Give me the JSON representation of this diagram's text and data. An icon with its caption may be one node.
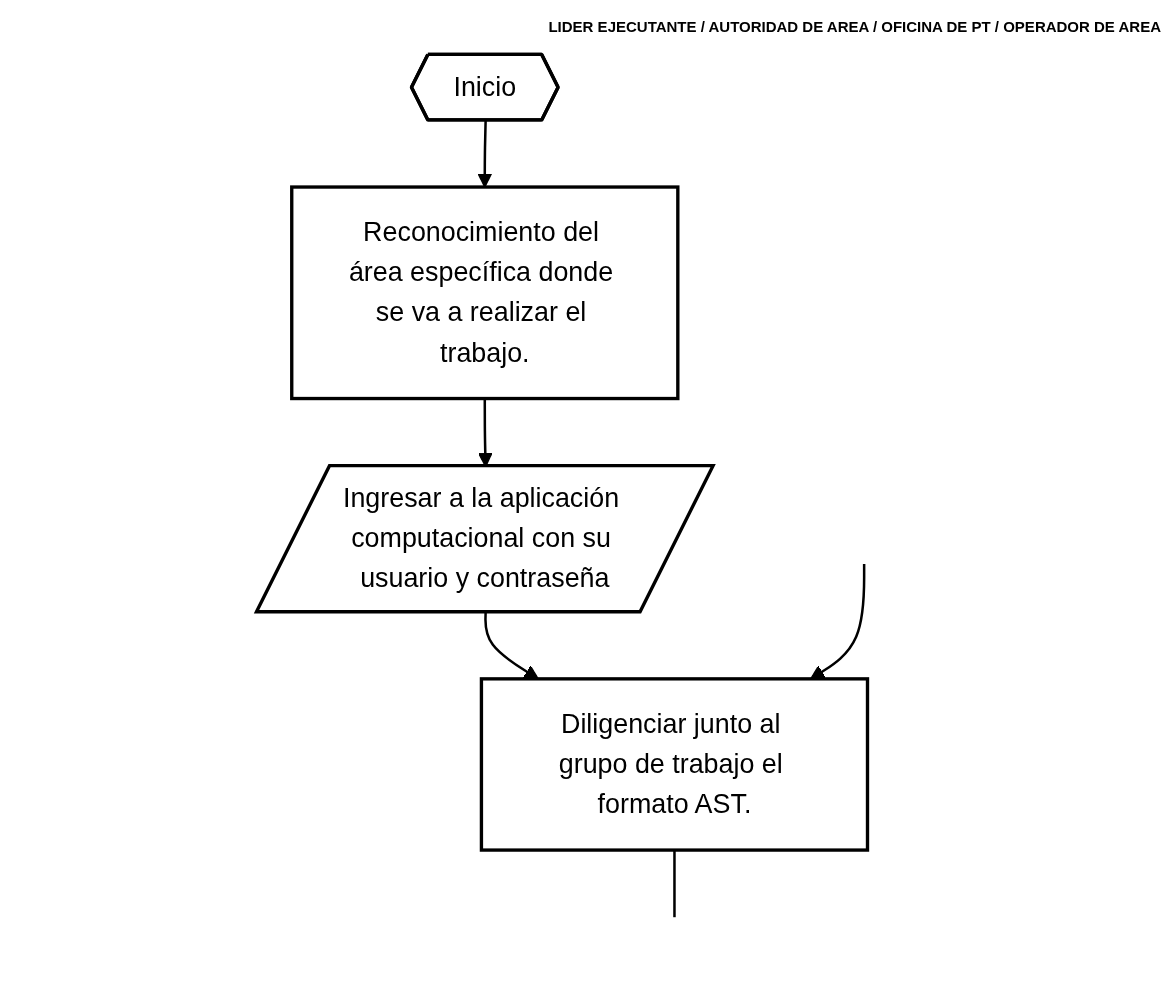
{
  "diagram": {
    "title": "LIDER EJECUTANTE / AUTORIDAD DE AREA / OFICINA DE PT / OPERADOR DE AREA",
    "nodes": [
      {
        "text": [
          "Inicio"
        ]
      },
      {
        "text": [
          "Reconocimiento del área específica donde se va a realizar el trabajo."
        ]
      },
      {
        "text": [
          "Ingresar a la aplicación computacional con su usuario y contraseña"
        ]
      },
      {
        "text": [
          "Diligenciar junto al grupo de trabajo el formato AST."
        ]
      }
    ],
    "edges": [
      {
        "from": 0,
        "to": 1,
        "arrow": "to"
      },
      {
        "from": 1,
        "to": 2,
        "arrow": "to"
      },
      {
        "from": 2,
        "to": 3,
        "arrow": "to"
      },
      {
        "from": 3,
        "to": null,
        "arrow": "none"
      },
      {
        "from": null,
        "to": 3,
        "arrow": "to"
      }
    ]
  }
}
